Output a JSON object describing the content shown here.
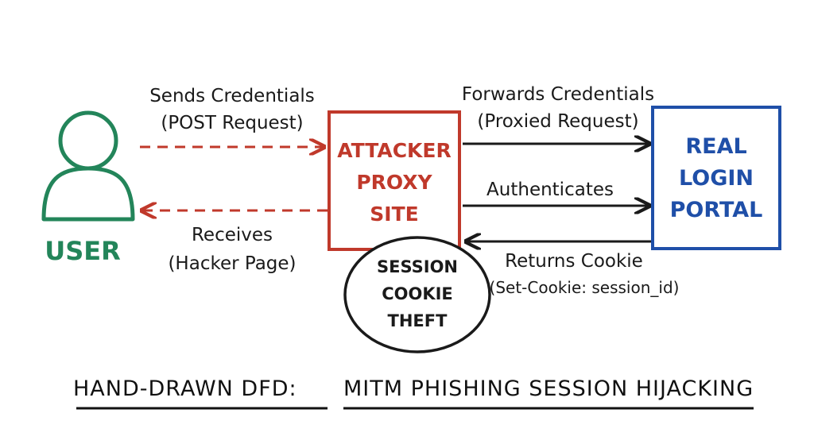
{
  "colors": {
    "user": "#23855a",
    "attacker": "#c0392b",
    "portal": "#1f4fa8",
    "ink": "#1a1a1a"
  },
  "nodes": {
    "user": {
      "label": "USER",
      "icon": "person-icon"
    },
    "attacker": {
      "lines": [
        "ATTACKER",
        "PROXY",
        "SITE"
      ]
    },
    "portal": {
      "lines": [
        "REAL",
        "LOGIN",
        "PORTAL"
      ]
    },
    "theft": {
      "lines": [
        "SESSION",
        "COOKIE",
        "THEFT"
      ]
    }
  },
  "flows": {
    "sends": {
      "line1": "Sends Credentials",
      "line2": "(POST Request)"
    },
    "receives": {
      "line1": "Receives",
      "line2": "(Hacker Page)"
    },
    "forwards": {
      "line1": "Forwards Credentials",
      "line2": "(Proxied Request)"
    },
    "authenticates": {
      "line1": "Authenticates"
    },
    "returns": {
      "line1": "Returns Cookie",
      "line2": "(Set-Cookie: session_id)"
    }
  },
  "title": {
    "part1": "HAND-DRAWN DFD:",
    "part2": "MITM PHISHING SESSION HIJACKING"
  }
}
